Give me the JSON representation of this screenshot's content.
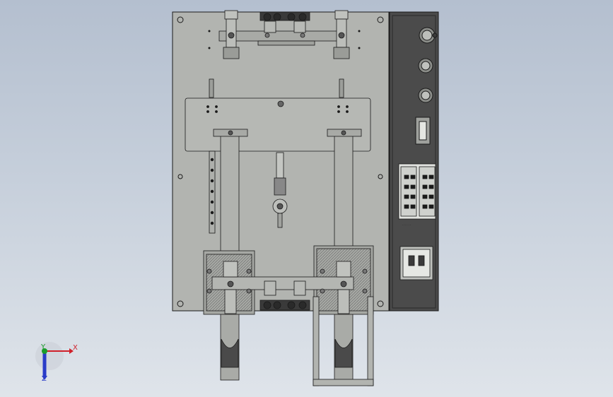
{
  "viewport": {
    "background_top": "#b4bfcf",
    "background_bottom": "#dfe4ea"
  },
  "colors": {
    "plate_fill": "#b2b4b0",
    "panel_fill": "#4b4b4b",
    "edge": "#1a1a1a",
    "axis_x": "#d0202a",
    "axis_y": "#1a9d2a",
    "axis_z": "#2a3cc8"
  },
  "triad": {
    "x_label": "X",
    "y_label": "Y",
    "z_label": "Z"
  },
  "control_panel": {
    "connector_caption": "······"
  },
  "icons": {
    "triad": "coordinate-axes-icon"
  }
}
